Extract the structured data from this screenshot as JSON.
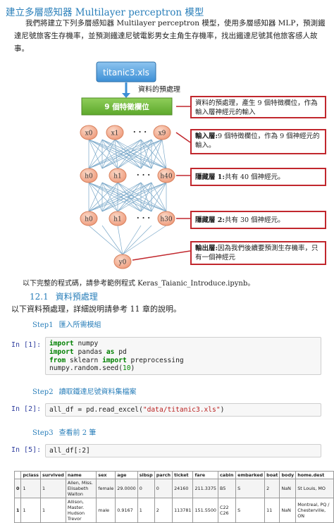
{
  "doc": {
    "title": "建立多層感知器 Multilayer perceptron 模型",
    "intro_paragraph": "我們將建立下列多層感知器 Multilayer perceptron 模型，使用多層感知器 MLP，預測鐵達尼號旅客生存機率，並預測鐵達尼號電影男女主角生存機率，找出鐵達尼號其他旅客感人故事。",
    "after_diagram": "以下完整的程式碼，請參考範例程式 Keras_Taianic_Introduce.ipynb。",
    "section": {
      "number": "12.1",
      "title": "資料預處理"
    },
    "section_intro": "以下資料預處理，詳細說明請參考 11 章的說明。"
  },
  "diagram": {
    "input_file": "titanic3.xls",
    "preprocess_label": "資料的預處理",
    "features_box": "9 個特徵欄位",
    "input_nodes": [
      "x0",
      "x1",
      "x9"
    ],
    "hidden1_nodes": [
      "h0",
      "h1",
      "h40"
    ],
    "hidden2_nodes": [
      "h0",
      "h1",
      "h30"
    ],
    "output_node": "y0",
    "ellipsis": "· · ·",
    "annotations": [
      {
        "bold": "",
        "text": "資料的預處理，產生 9 個特徵欄位，作為輸入層神經元的輸入"
      },
      {
        "bold": "輸入層:",
        "text": "9 個特徵欄位，作為 9 個神經元的輸入。"
      },
      {
        "bold": "隱藏層 1:",
        "text": "共有 40 個神經元。"
      },
      {
        "bold": "隱藏層 2:",
        "text": "共有 30 個神經元。"
      },
      {
        "bold": "輸出層:",
        "text": "因為我們後續要預測生存機率，只有一個神經元"
      }
    ]
  },
  "steps": [
    {
      "step": "Step1",
      "label": "匯入所需模組",
      "prompt": "In [1]:"
    },
    {
      "step": "Step2",
      "label": "讀取鐵達尼號資料集檔案",
      "prompt": "In [2]:"
    },
    {
      "step": "Step3",
      "label": "查看前 2 筆",
      "prompt": "In [5]:"
    }
  ],
  "code": {
    "cell1": [
      "import numpy",
      "import pandas as pd",
      "from sklearn import preprocessing",
      "numpy.random.seed(10)"
    ],
    "cell2": "all_df = pd.read_excel(\"data/titanic3.xls\")",
    "cell3": "all_df[:2]"
  },
  "table": {
    "columns": [
      "",
      "pclass",
      "survived",
      "name",
      "sex",
      "age",
      "sibsp",
      "parch",
      "ticket",
      "fare",
      "cabin",
      "embarked",
      "boat",
      "body",
      "home.dest"
    ],
    "rows": [
      [
        "0",
        "1",
        "1",
        "Allen, Miss. Elisabeth Walton",
        "female",
        "29.0000",
        "0",
        "0",
        "24160",
        "211.3375",
        "B5",
        "S",
        "2",
        "NaN",
        "St Louis, MO"
      ],
      [
        "1",
        "1",
        "1",
        "Allison, Master. Hudson Trevor",
        "male",
        "0.9167",
        "1",
        "2",
        "113781",
        "151.5500",
        "C22 C26",
        "S",
        "11",
        "NaN",
        "Montreal, PQ / Chesterville, ON"
      ]
    ]
  }
}
